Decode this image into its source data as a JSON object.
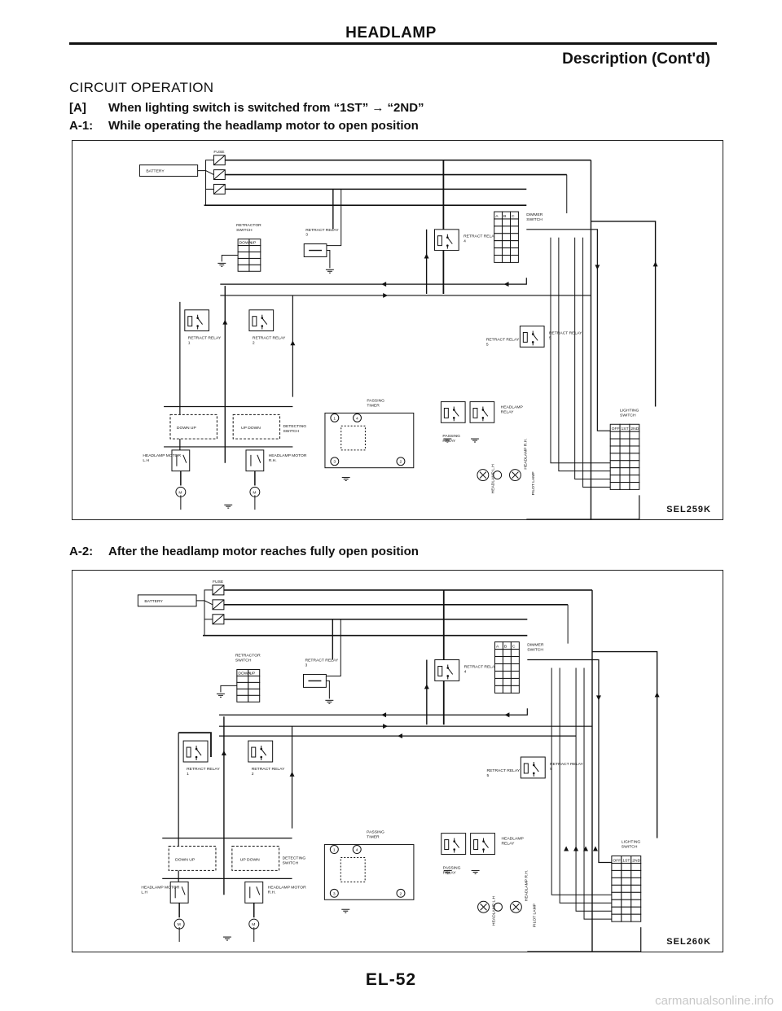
{
  "header": {
    "title": "HEADLAMP",
    "subtitle": "Description (Cont'd)"
  },
  "section": {
    "title": "CIRCUIT OPERATION",
    "condition_tag": "[A]",
    "condition_text": "When lighting switch is switched from “1ST” → “2ND”"
  },
  "diagrams": [
    {
      "step": "A-1:",
      "caption": "While operating the headlamp motor to open position",
      "code": "SEL259K"
    },
    {
      "step": "A-2:",
      "caption": "After the headlamp motor reaches fully open position",
      "code": "SEL260K"
    }
  ],
  "labels": {
    "fuse": "FUSE",
    "battery": "BATTERY",
    "retractor_switch": "RETRACTOR SWITCH",
    "retract_relay_1": "RETRACT RELAY 1",
    "retract_relay_2": "RETRACT RELAY 2",
    "retract_relay_3": "RETRACT RELAY 3",
    "retract_relay_4": "RETRACT RELAY 4",
    "retract_relay_5": "RETRACT RELAY 5",
    "dimmer_switch": "DIMMER SWITCH",
    "passing_timer": "PASSING TIMER",
    "passing_relay": "PASSING RELAY",
    "headlamp_relay": "HEADLAMP RELAY",
    "detecting_switch": "DETECTING SWITCH",
    "headlamp_motor_lh": "HEADLAMP MOTOR L.H",
    "headlamp_motor_rh": "HEADLAMP MOTOR R.H.",
    "lighting_switch": "LIGHTING SWITCH",
    "pilot_lamp": "PILOT LAMP",
    "headlamp_lh": "HEADLAMP L.H",
    "headlamp_rh": "HEADLAMP R.H.",
    "down": "DOWN",
    "up": "UP",
    "abc": [
      "A",
      "B",
      "C"
    ],
    "lighting_positions": [
      "OFF",
      "1ST",
      "2ND"
    ],
    "motor": "M",
    "timer_pins": [
      "1",
      "4",
      "3",
      "2"
    ]
  },
  "footer": {
    "page_number": "EL-52",
    "watermark": "carmanualsonline.info"
  }
}
